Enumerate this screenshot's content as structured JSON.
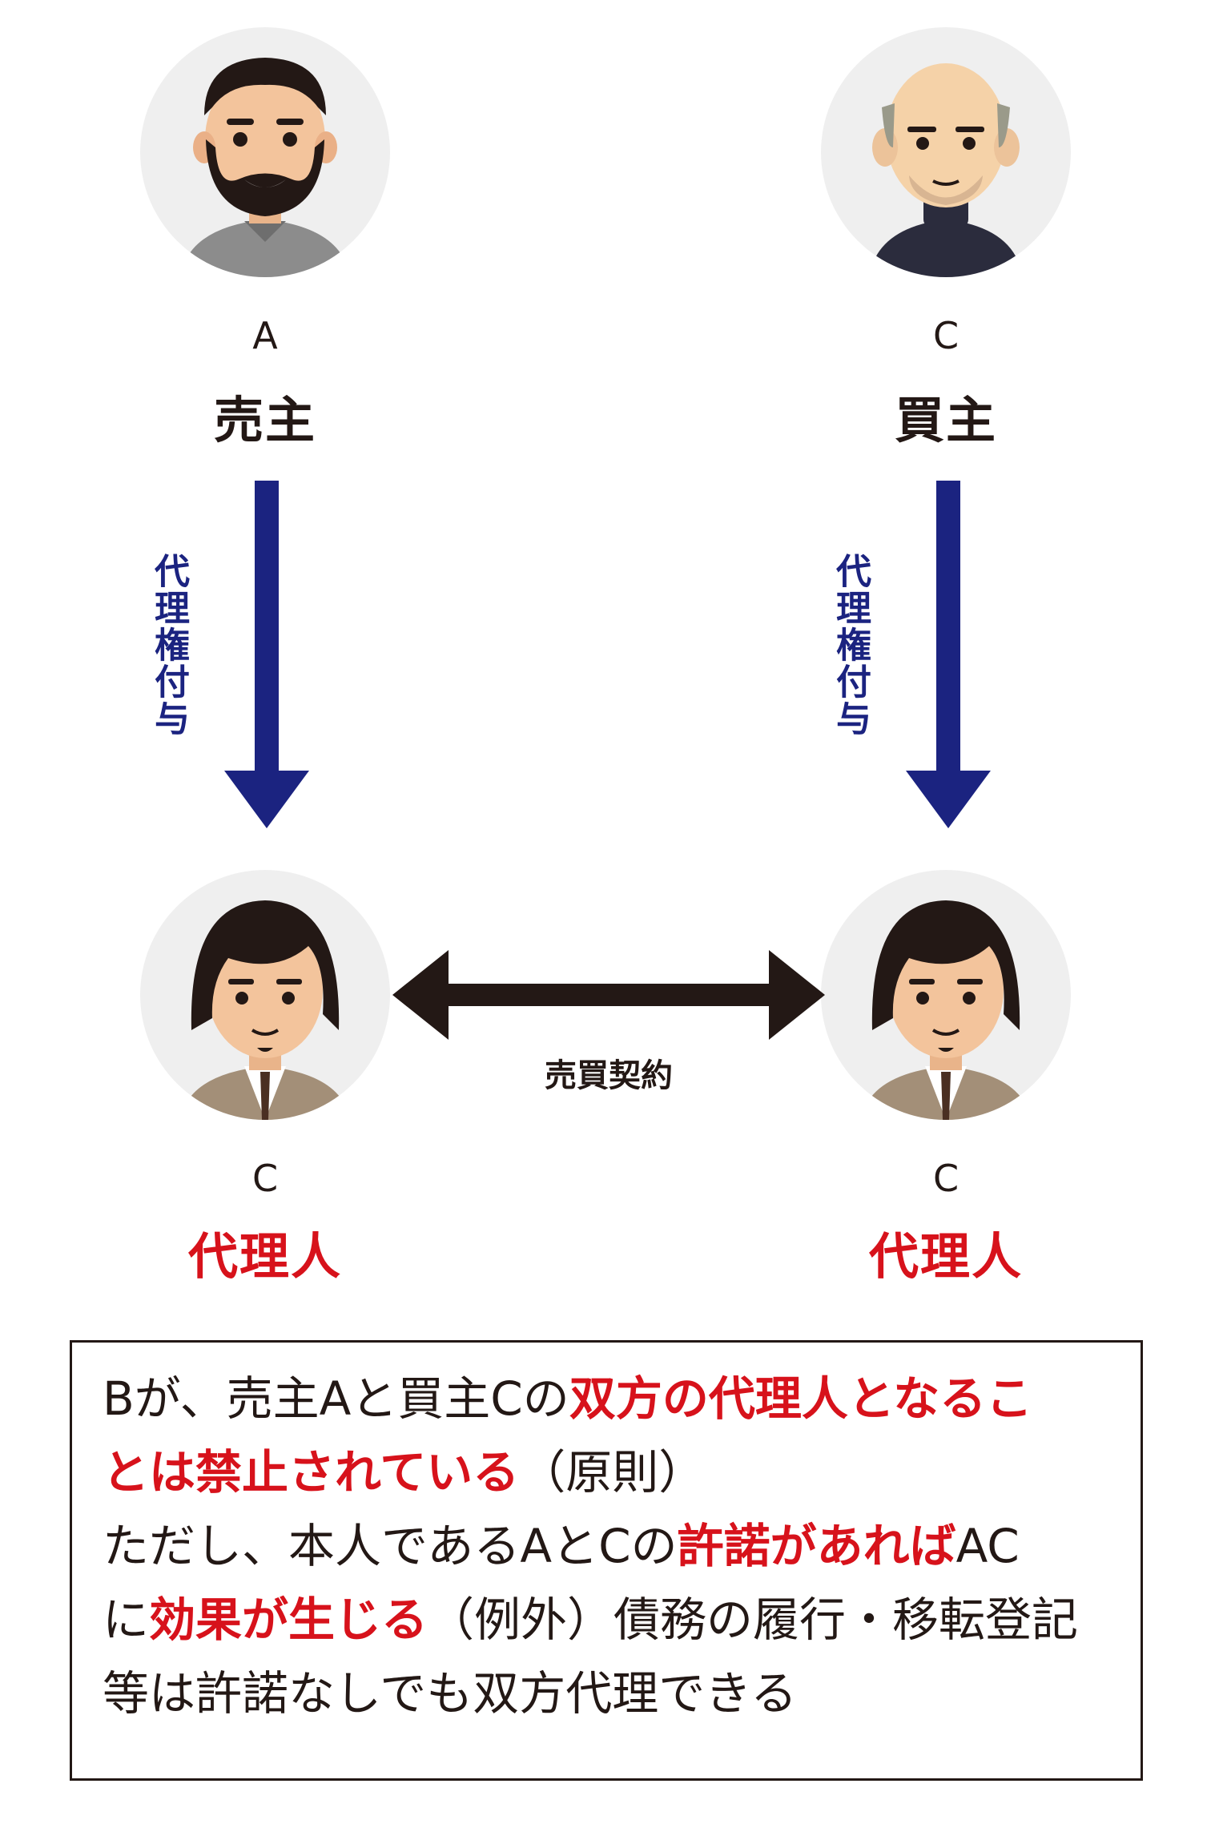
{
  "seller": {
    "letter": "A",
    "role": "売主"
  },
  "buyer": {
    "letter": "C",
    "role": "買主"
  },
  "agent_left": {
    "letter": "C",
    "role": "代理人"
  },
  "agent_right": {
    "letter": "C",
    "role": "代理人"
  },
  "arrow_left_label": "代理権付与",
  "arrow_right_label": "代理権付与",
  "contract_label": "売買契約",
  "explanation": {
    "line1": [
      {
        "text": "Bが、売主Aと買主Cの",
        "emphasis": false
      },
      {
        "text": "双方の代理人となるこ",
        "emphasis": true
      }
    ],
    "line2": [
      {
        "text": "とは禁止されている",
        "emphasis": true
      },
      {
        "text": "（原則）",
        "emphasis": false
      }
    ],
    "line3": [
      {
        "text": "ただし、本人であるAとCの",
        "emphasis": false
      },
      {
        "text": "許諾があれば",
        "emphasis": true
      },
      {
        "text": "AC",
        "emphasis": false
      }
    ],
    "line4": [
      {
        "text": "に",
        "emphasis": false
      },
      {
        "text": "効果が生じる",
        "emphasis": true
      },
      {
        "text": "（例外）債務の履行・移転登記",
        "emphasis": false
      }
    ],
    "line5": [
      {
        "text": "等は許諾なしでも双方代理できる",
        "emphasis": false
      }
    ]
  },
  "colors": {
    "accent_red": "#d7121b",
    "arrow_blue": "#1b2380",
    "text_black": "#231815",
    "avatar_bg": "#efefef"
  }
}
